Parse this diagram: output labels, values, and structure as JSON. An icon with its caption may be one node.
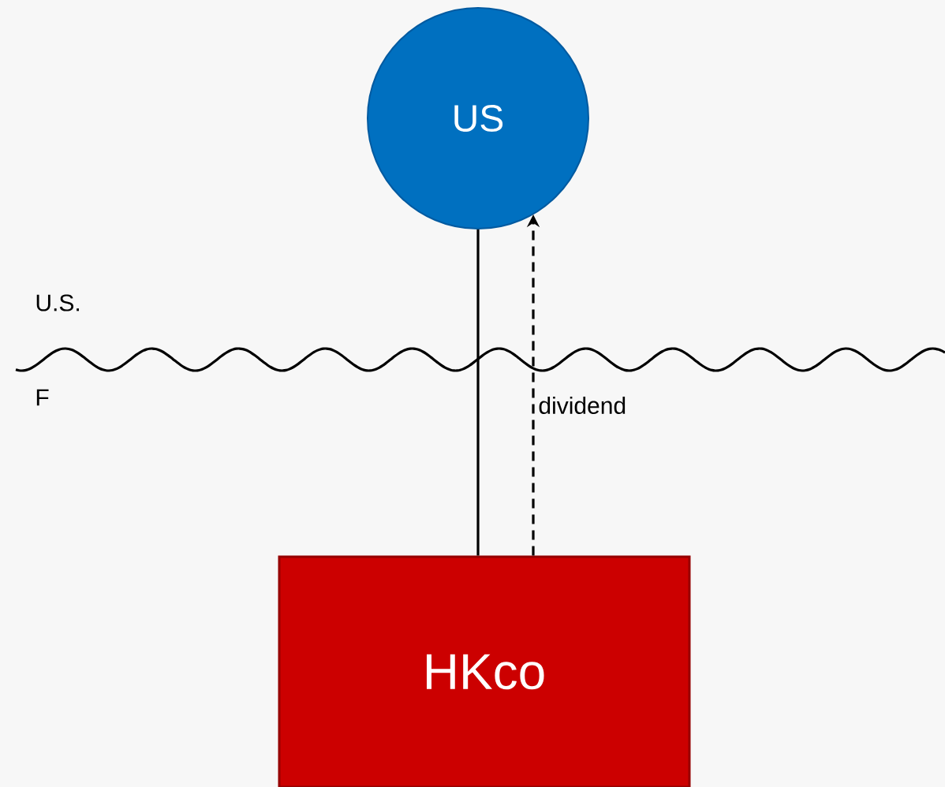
{
  "diagram": {
    "nodes": [
      {
        "text": [
          "US"
        ]
      },
      {
        "text": [
          "HKco"
        ]
      }
    ],
    "edges": [
      {
        "from": 1,
        "to": 0,
        "arrow": "none"
      },
      {
        "from": 1,
        "to": 0,
        "arrow": "to",
        "style": "dashed",
        "label": "dividend"
      }
    ],
    "labels": [
      "U.S.",
      "F"
    ]
  }
}
